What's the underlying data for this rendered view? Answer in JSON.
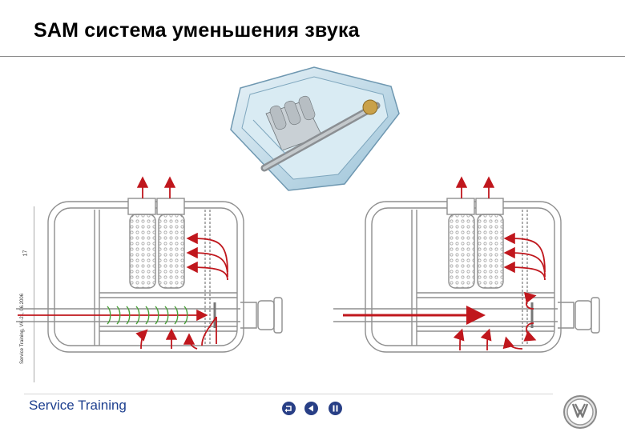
{
  "header": {
    "title": "SAM система уменьшения звука"
  },
  "sidebar": {
    "page_number": "17",
    "footnote": "Service Training, VK-21, 06.2006"
  },
  "footer": {
    "brand_label": "Service Training"
  },
  "navigation": {
    "buttons": [
      {
        "icon": "return-icon"
      },
      {
        "icon": "back-arrow-icon"
      },
      {
        "icon": "pause-icon"
      }
    ]
  },
  "logo": {
    "brand": "VW"
  },
  "colors": {
    "accent_red": "#c0171d",
    "pulse_green": "#4aa13a",
    "nav_blue": "#283f86",
    "brand_blue": "#1d3f8f",
    "schematic_gray": "#8f8f8f"
  },
  "diagram": {
    "pulse_rings": 9
  }
}
